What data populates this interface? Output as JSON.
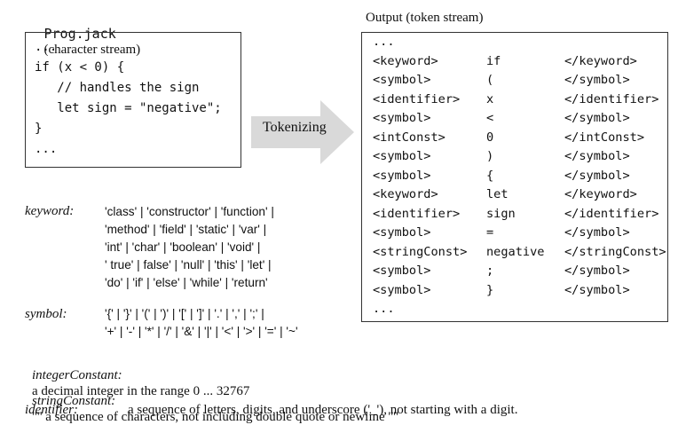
{
  "input": {
    "filename": "Prog.jack",
    "caption": "(character stream)",
    "code_lines": [
      "...",
      "if (x < 0) {",
      "   // handles the sign",
      "   let sign = \"negative\";",
      "}",
      "..."
    ]
  },
  "arrow": {
    "label": "Tokenizing"
  },
  "output": {
    "title": "Output (token stream)",
    "tokens": [
      {
        "open": "...",
        "value": "",
        "close": ""
      },
      {
        "open": "<keyword>",
        "value": "if",
        "close": "</keyword>"
      },
      {
        "open": "<symbol>",
        "value": "(",
        "close": "</symbol>"
      },
      {
        "open": "<identifier>",
        "value": "x",
        "close": "</identifier>"
      },
      {
        "open": "<symbol>",
        "value": "<",
        "close": "</symbol>"
      },
      {
        "open": "<intConst>",
        "value": "0",
        "close": "</intConst>"
      },
      {
        "open": "<symbol>",
        "value": ")",
        "close": "</symbol>"
      },
      {
        "open": "<symbol>",
        "value": "{",
        "close": "</symbol>"
      },
      {
        "open": "<keyword>",
        "value": "let",
        "close": "</keyword>"
      },
      {
        "open": "<identifier>",
        "value": "sign",
        "close": "</identifier>"
      },
      {
        "open": "<symbol>",
        "value": "=",
        "close": "</symbol>"
      },
      {
        "open": "<stringConst>",
        "value": "negative",
        "close": "</stringConst>"
      },
      {
        "open": "<symbol>",
        "value": ";",
        "close": "</symbol>"
      },
      {
        "open": "<symbol>",
        "value": "}",
        "close": "</symbol>"
      },
      {
        "open": "...",
        "value": "",
        "close": ""
      }
    ]
  },
  "grammar": {
    "keyword": {
      "label": "keyword:",
      "lines": [
        "'class' | 'constructor' | 'function' |",
        "'method' | 'field' | 'static' | 'var' |",
        "'int' | 'char' | 'boolean' | 'void' |",
        "' true' | false' | 'null' | 'this' | 'let' |",
        "'do' | 'if' | 'else' | 'while' | 'return'"
      ]
    },
    "symbol": {
      "label": "symbol:",
      "lines": [
        "'{' | '}' | '(' | ')' | '[' | ']' | '.' | ',' | ';' |",
        "'+' | '-' | '*' | '/' | '&' | '|' | '<' | '>' | '=' | '~'"
      ]
    },
    "integerConstant": {
      "label": "integerConstant:",
      "text": "a decimal integer in the range 0 ... 32767"
    },
    "stringConstant": {
      "label": "stringConstant:",
      "text": "'\"' a sequence of characters, not including double quote or newline '\"'"
    },
    "identifier": {
      "label": "identifier:",
      "text": "a sequence of letters, digits, and underscore ('_'), not starting with a digit."
    }
  }
}
